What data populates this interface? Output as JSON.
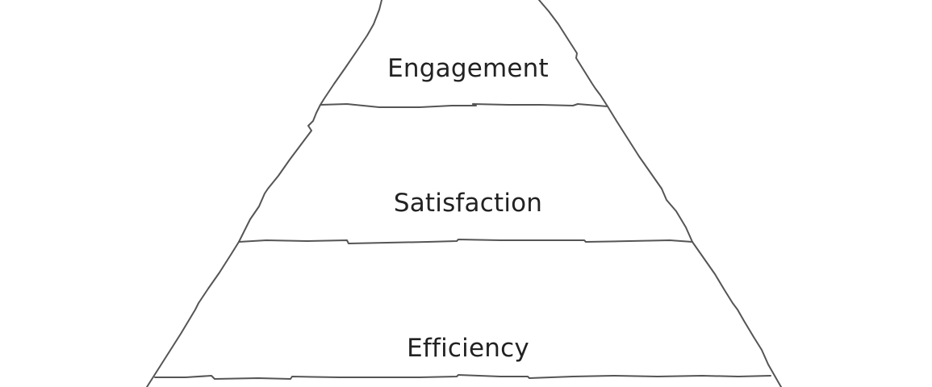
{
  "diagram": {
    "type": "pyramid",
    "line_color": "#555555",
    "text_color": "#222222",
    "tiers": [
      {
        "label": "Engagement"
      },
      {
        "label": "Satisfaction"
      },
      {
        "label": "Efficiency"
      }
    ]
  }
}
